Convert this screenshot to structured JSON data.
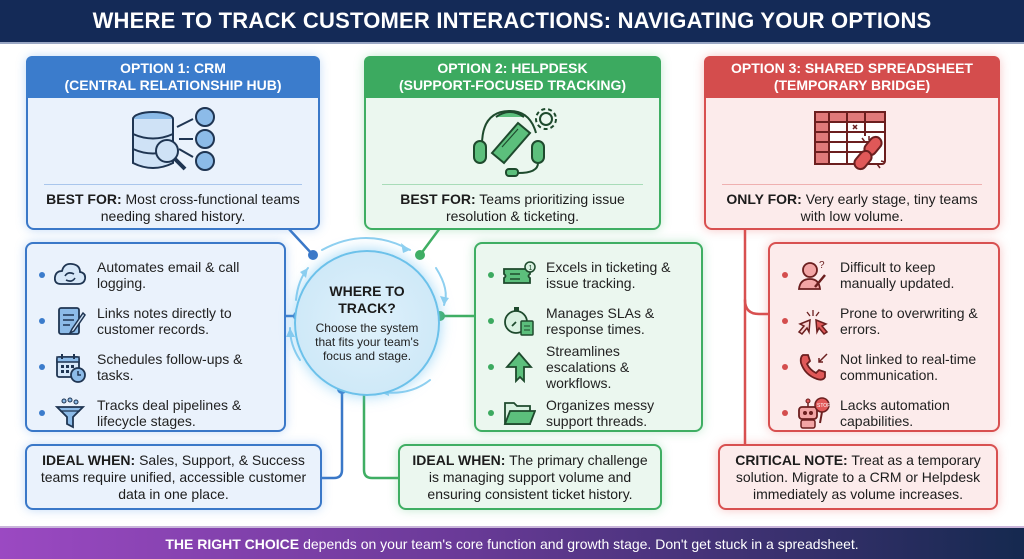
{
  "header": {
    "title": "WHERE TO TRACK CUSTOMER INTERACTIONS: NAVIGATING YOUR OPTIONS"
  },
  "colors": {
    "crm": "#3b7ccc",
    "helpdesk": "#3caa60",
    "spreadsheet": "#d44d4d",
    "header_bg": "#142a57"
  },
  "options": [
    {
      "title_line1": "OPTION 1: CRM",
      "title_line2": "(CENTRAL RELATIONSHIP HUB)",
      "icon": "database-search-users-icon",
      "label": "BEST FOR:",
      "text": "Most cross-functional teams needing shared history.",
      "features": [
        {
          "icon": "cloud-sync-icon",
          "text": "Automates email & call logging."
        },
        {
          "icon": "notepad-pencil-icon",
          "text": "Links notes directly to customer records."
        },
        {
          "icon": "calendar-clock-icon",
          "text": "Schedules follow-ups & tasks."
        },
        {
          "icon": "funnel-icon",
          "text": "Tracks deal pipelines & lifecycle stages."
        }
      ],
      "note_label": "IDEAL WHEN:",
      "note_text": "Sales, Support, & Success teams require unified, accessible customer data in one place."
    },
    {
      "title_line1": "OPTION 2: HELPDESK",
      "title_line2": "(SUPPORT-FOCUSED TRACKING)",
      "icon": "headset-ticket-gear-icon",
      "label": "BEST FOR:",
      "text": "Teams prioritizing issue resolution & ticketing.",
      "features": [
        {
          "icon": "ticket-badge-icon",
          "text": "Excels in ticketing & issue tracking."
        },
        {
          "icon": "stopwatch-clipboard-icon",
          "text": "Manages SLAs & response times."
        },
        {
          "icon": "up-arrow-icon",
          "text": "Streamlines escalations & workflows."
        },
        {
          "icon": "folder-icon",
          "text": "Organizes messy support threads."
        }
      ],
      "note_label": "IDEAL WHEN:",
      "note_text": "The primary challenge is managing support volume and ensuring consistent ticket history."
    },
    {
      "title_line1": "OPTION 3: SHARED SPREADSHEET",
      "title_line2": "(TEMPORARY BRIDGE)",
      "icon": "spreadsheet-broken-link-icon",
      "label": "ONLY FOR:",
      "text": "Very early stage, tiny teams with low volume.",
      "features": [
        {
          "icon": "confused-person-pencil-icon",
          "text": "Difficult to keep manually updated."
        },
        {
          "icon": "conflicting-cursors-icon",
          "text": "Prone to overwriting & errors."
        },
        {
          "icon": "phone-icon",
          "text": "Not linked to real-time communication."
        },
        {
          "icon": "robot-stop-icon",
          "text": "Lacks automation capabilities."
        }
      ],
      "note_label": "CRITICAL NOTE:",
      "note_text": "Treat as a temporary solution. Migrate to a CRM or Helpdesk immediately as volume increases."
    }
  ],
  "hub": {
    "title_line1": "WHERE TO",
    "title_line2": "TRACK?",
    "subtitle": "Choose the system that fits your team's focus and stage."
  },
  "footer": {
    "label": "THE RIGHT CHOICE",
    "text": "depends on your team's core function and growth stage. Don't get stuck in a spreadsheet."
  }
}
